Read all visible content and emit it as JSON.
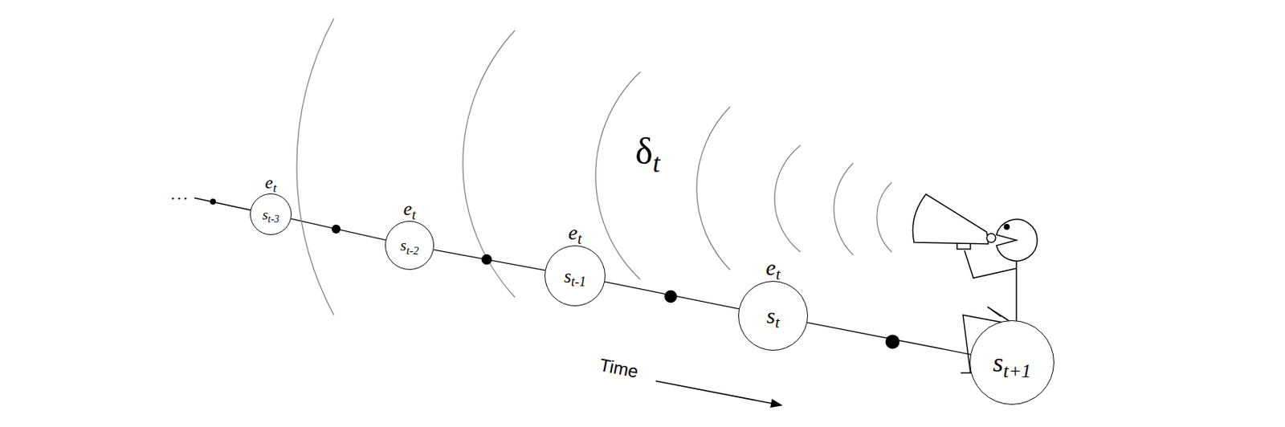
{
  "diagram": {
    "nodes": [
      {
        "text": [
          "et",
          "st-3"
        ]
      },
      {
        "text": [
          "et",
          "st-2"
        ]
      },
      {
        "text": [
          "et",
          "st-1"
        ]
      },
      {
        "text": [
          "et",
          "st"
        ]
      },
      {
        "text": [
          "st+1"
        ]
      }
    ],
    "edges": [
      {
        "from": 0,
        "to": 1,
        "arrow": "none"
      },
      {
        "from": 1,
        "to": 2,
        "arrow": "none"
      },
      {
        "from": 2,
        "to": 3,
        "arrow": "none"
      },
      {
        "from": 3,
        "to": 4,
        "arrow": "none"
      }
    ],
    "labels": [
      "...",
      "δt",
      "Time"
    ]
  }
}
